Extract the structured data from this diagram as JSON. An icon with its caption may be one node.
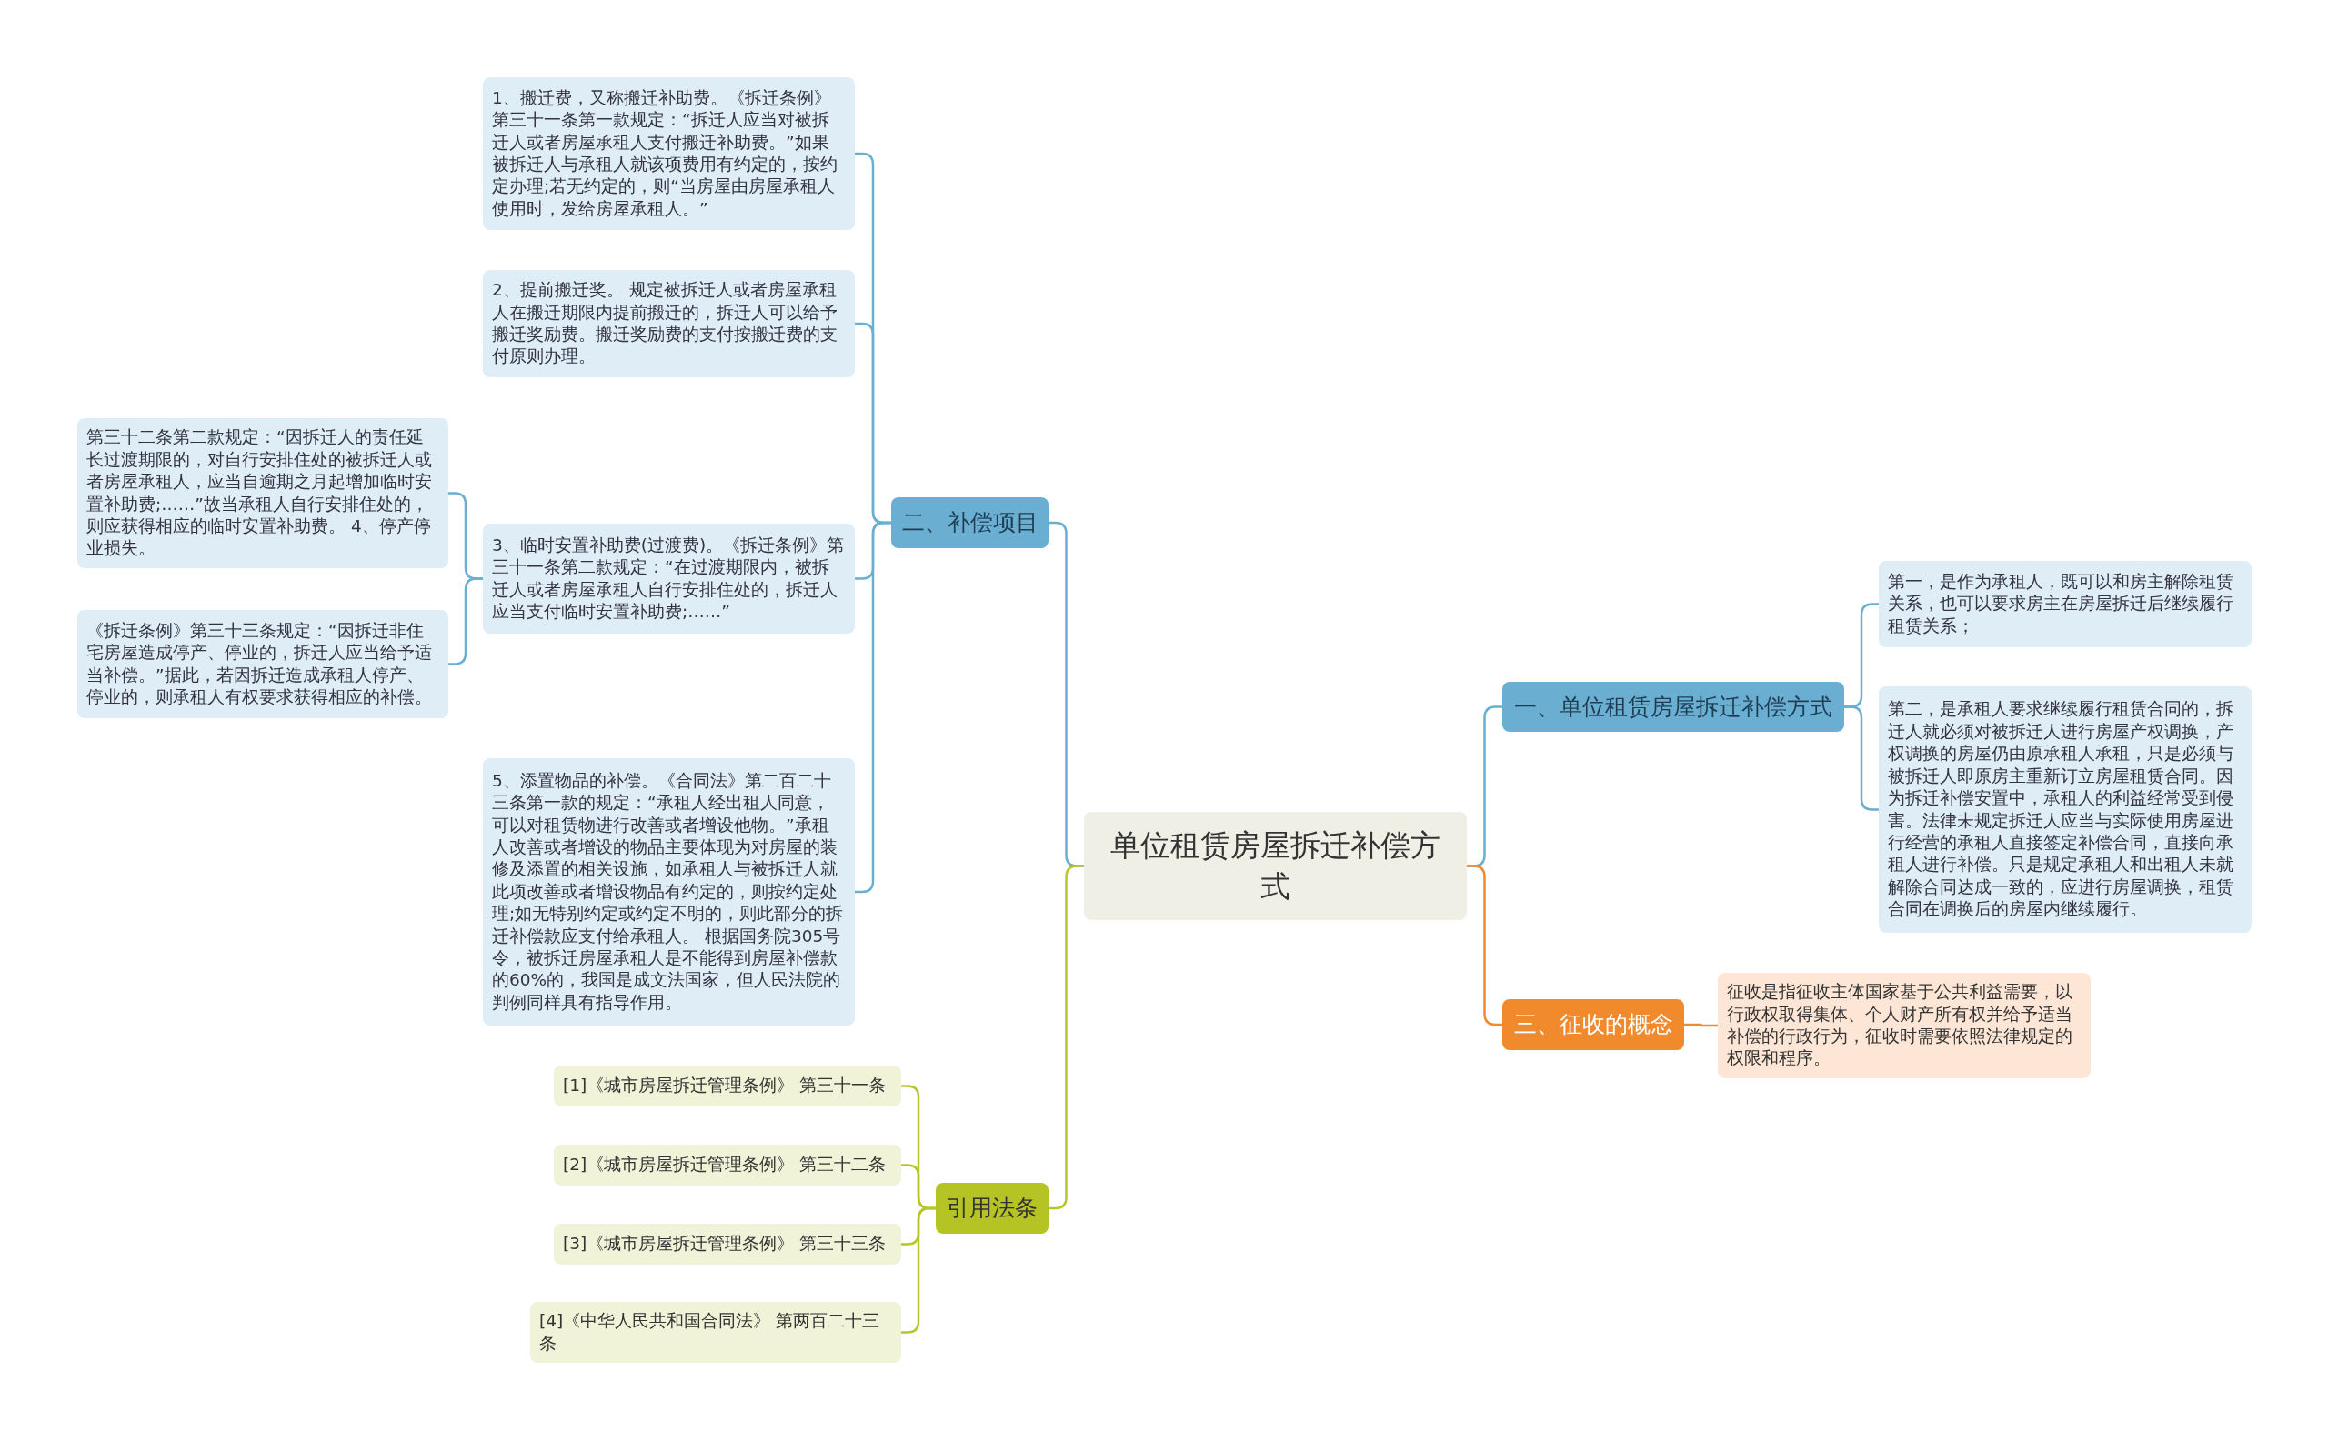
{
  "diagram": {
    "nodes": [
      {
        "text": [
          "单位租赁房屋拆迁补偿方式"
        ]
      },
      {
        "text": [
          "二、补偿项目"
        ]
      },
      {
        "text": [
          "1、搬迁费，又称搬迁补助费。《拆迁条例》第三十一条第一款规定：“拆迁人应当对被拆迁人或者房屋承租人支付搬迁补助费。”如果被拆迁人与承租人就该项费用有约定的，按约定办理;若无约定的，则“当房屋由房屋承租人使用时，发给房屋承租人。”"
        ]
      },
      {
        "text": [
          "2、提前搬迁奖。 规定被拆迁人或者房屋承租人在搬迁期限内提前搬迁的，拆迁人可以给予搬迁奖励费。搬迁奖励费的支付按搬迁费的支付原则办理。"
        ]
      },
      {
        "text": [
          "3、临时安置补助费(过渡费)。《拆迁条例》第三十一条第二款规定：“在过渡期限内，被拆迁人或者房屋承租人自行安排住处的，拆迁人应当支付临时安置补助费;……”"
        ]
      },
      {
        "text": [
          "第三十二条第二款规定：“因拆迁人的责任延长过渡期限的，对自行安排住处的被拆迁人或者房屋承租人，应当自逾期之月起增加临时安置补助费;……”故当承租人自行安排住处的，则应获得相应的临时安置补助费。 4、停产停业损失。"
        ]
      },
      {
        "text": [
          "《拆迁条例》第三十三条规定：“因拆迁非住宅房屋造成停产、停业的，拆迁人应当给予适当补偿。”据此，若因拆迁造成承租人停产、停业的，则承租人有权要求获得相应的补偿。"
        ]
      },
      {
        "text": [
          "5、添置物品的补偿。《合同法》第二百二十三条第一款的规定：“承租人经出租人同意，可以对租赁物进行改善或者增设他物。”承租人改善或者增设的物品主要体现为对房屋的装修及添置的相关设施，如承租人与被拆迁人就此项改善或者增设物品有约定的，则按约定处理;如无特别约定或约定不明的，则此部分的拆迁补偿款应支付给承租人。 根据国务院305号令，被拆迁房屋承租人是不能得到房屋补偿款的60%的，我国是成文法国家，但人民法院的判例同样具有指导作用。"
        ]
      },
      {
        "text": [
          "引用法条"
        ]
      },
      {
        "text": [
          "[1]《城市房屋拆迁管理条例》 第三十一条"
        ]
      },
      {
        "text": [
          "[2]《城市房屋拆迁管理条例》 第三十二条"
        ]
      },
      {
        "text": [
          "[3]《城市房屋拆迁管理条例》 第三十三条"
        ]
      },
      {
        "text": [
          "[4]《中华人民共和国合同法》 第两百二十三条"
        ]
      },
      {
        "text": [
          "一、单位租赁房屋拆迁补偿方式"
        ]
      },
      {
        "text": [
          "第一，是作为承租人，既可以和房主解除租赁关系，也可以要求房主在房屋拆迁后继续履行租赁关系；"
        ]
      },
      {
        "text": [
          "第二，是承租人要求继续履行租赁合同的，拆迁人就必须对被拆迁人进行房屋产权调换，产权调换的房屋仍由原承租人承租，只是必须与被拆迁人即原房主重新订立房屋租赁合同。因为拆迁补偿安置中，承租人的利益经常受到侵害。法律未规定拆迁人应当与实际使用房屋进行经营的承租人直接签定补偿合同，直接向承租人进行补偿。只是规定承租人和出租人未就解除合同达成一致的，应进行房屋调换，租赁合同在调换后的房屋内继续履行。"
        ]
      },
      {
        "text": [
          "三、征收的概念"
        ]
      },
      {
        "text": [
          "征收是指征收主体国家基于公共利益需要，以行政权取得集体、个人财产所有权并给予适当补偿的行政行为，征收时需要依照法律规定的权限和程序。"
        ]
      }
    ],
    "edges": [
      {
        "from": 0,
        "to": 1,
        "arrow": "none"
      },
      {
        "from": 1,
        "to": 2,
        "arrow": "none"
      },
      {
        "from": 1,
        "to": 3,
        "arrow": "none"
      },
      {
        "from": 1,
        "to": 4,
        "arrow": "none"
      },
      {
        "from": 4,
        "to": 5,
        "arrow": "none"
      },
      {
        "from": 4,
        "to": 6,
        "arrow": "none"
      },
      {
        "from": 1,
        "to": 7,
        "arrow": "none"
      },
      {
        "from": 0,
        "to": 8,
        "arrow": "none",
        "color": "#b8c62a"
      },
      {
        "from": 8,
        "to": 9,
        "arrow": "none",
        "color": "#b8c62a"
      },
      {
        "from": 8,
        "to": 10,
        "arrow": "none",
        "color": "#b8c62a"
      },
      {
        "from": 8,
        "to": 11,
        "arrow": "none",
        "color": "#b8c62a"
      },
      {
        "from": 8,
        "to": 12,
        "arrow": "none",
        "color": "#b8c62a"
      },
      {
        "from": 0,
        "to": 13,
        "arrow": "none"
      },
      {
        "from": 13,
        "to": 14,
        "arrow": "none"
      },
      {
        "from": 13,
        "to": 15,
        "arrow": "none"
      },
      {
        "from": 0,
        "to": 16,
        "arrow": "none",
        "color": "#ef8a2e"
      },
      {
        "from": 16,
        "to": 17,
        "arrow": "none",
        "color": "#ef8a2e"
      }
    ]
  }
}
